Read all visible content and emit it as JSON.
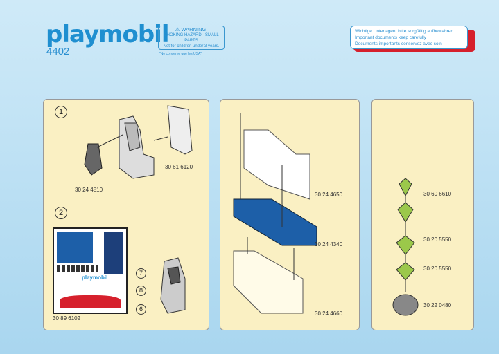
{
  "header": {
    "brand": "playmobil",
    "set_number": "4402",
    "warning": {
      "title": "WARNING:",
      "line1": "CHOKING HAZARD - SMALL PARTS",
      "line2": "Not for children under 3 years.",
      "note": "\"Ne concerne que les USA\""
    },
    "notice": [
      "Wichtige Unterlagen, bitte sorgfältig aufbewahren !",
      "Important documents keep carefully !",
      "Documents importants conservez avec soin !"
    ]
  },
  "panel1": {
    "step1": "1",
    "step2": "2",
    "parts": [
      "30 61 6120",
      "30 24 4810",
      "30 89 6102"
    ],
    "callouts": [
      "7",
      "8",
      "6"
    ],
    "sticker_brand": "playmobil"
  },
  "panel2": {
    "parts": [
      "30 24 4650",
      "30 24 4340",
      "30 24 4660"
    ]
  },
  "panel3": {
    "parts": [
      "30 60 6610",
      "30 20 5550",
      "30 20 5550",
      "30 22 0480"
    ]
  },
  "colors": {
    "brand": "#1f8fd0",
    "panel": "#faf0c3",
    "accent_red": "#d6202c",
    "blue_part": "#1d5fa8"
  }
}
